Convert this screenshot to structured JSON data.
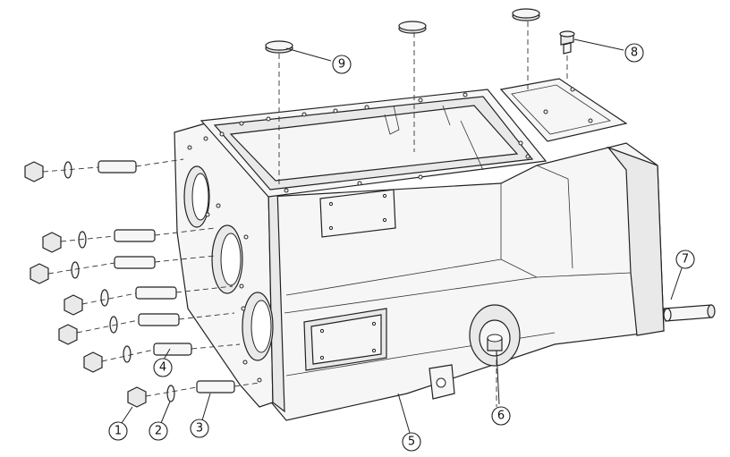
{
  "diagram": {
    "type": "exploded-assembly-drawing",
    "callouts": [
      {
        "id": "c1",
        "label": "1"
      },
      {
        "id": "c2",
        "label": "2"
      },
      {
        "id": "c3",
        "label": "3"
      },
      {
        "id": "c4",
        "label": "4"
      },
      {
        "id": "c5",
        "label": "5"
      },
      {
        "id": "c6",
        "label": "6"
      },
      {
        "id": "c7",
        "label": "7"
      },
      {
        "id": "c8",
        "label": "8"
      },
      {
        "id": "c9",
        "label": "9"
      }
    ]
  }
}
